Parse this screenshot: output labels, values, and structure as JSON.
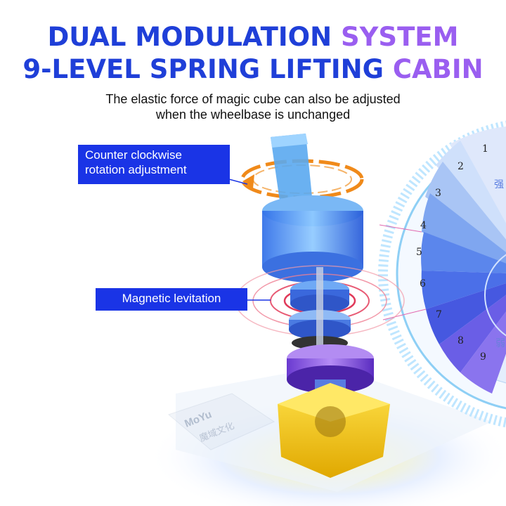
{
  "headline": {
    "line1_part1": "DUAL MODULATION ",
    "line1_part2": "SYSTEM",
    "line2_part1": "9-LEVEL SPRING LIFTING ",
    "line2_part2": "CABIN"
  },
  "subtitle": {
    "line1": "The elastic force of magic cube can also be adjusted",
    "line2": "when the wheelbase is unchanged"
  },
  "callouts": {
    "rotation": "Counter clockwise rotation adjustment",
    "levitation": "Magnetic levitation"
  },
  "dial": {
    "levels": [
      "1",
      "2",
      "3",
      "4",
      "5",
      "6",
      "7",
      "8",
      "9"
    ],
    "strong_char": "强",
    "weak_char": "弱"
  },
  "watermark": {
    "brand": "MoYu",
    "chinese": "魔域文化"
  },
  "colors": {
    "blue": "#1f3fd8",
    "purple": "#9a5ef0",
    "label_bg": "#1a34e6",
    "dial": "#3ea8f0",
    "spring_yellow": "#f5c400",
    "gear": "#8a4ad8"
  }
}
